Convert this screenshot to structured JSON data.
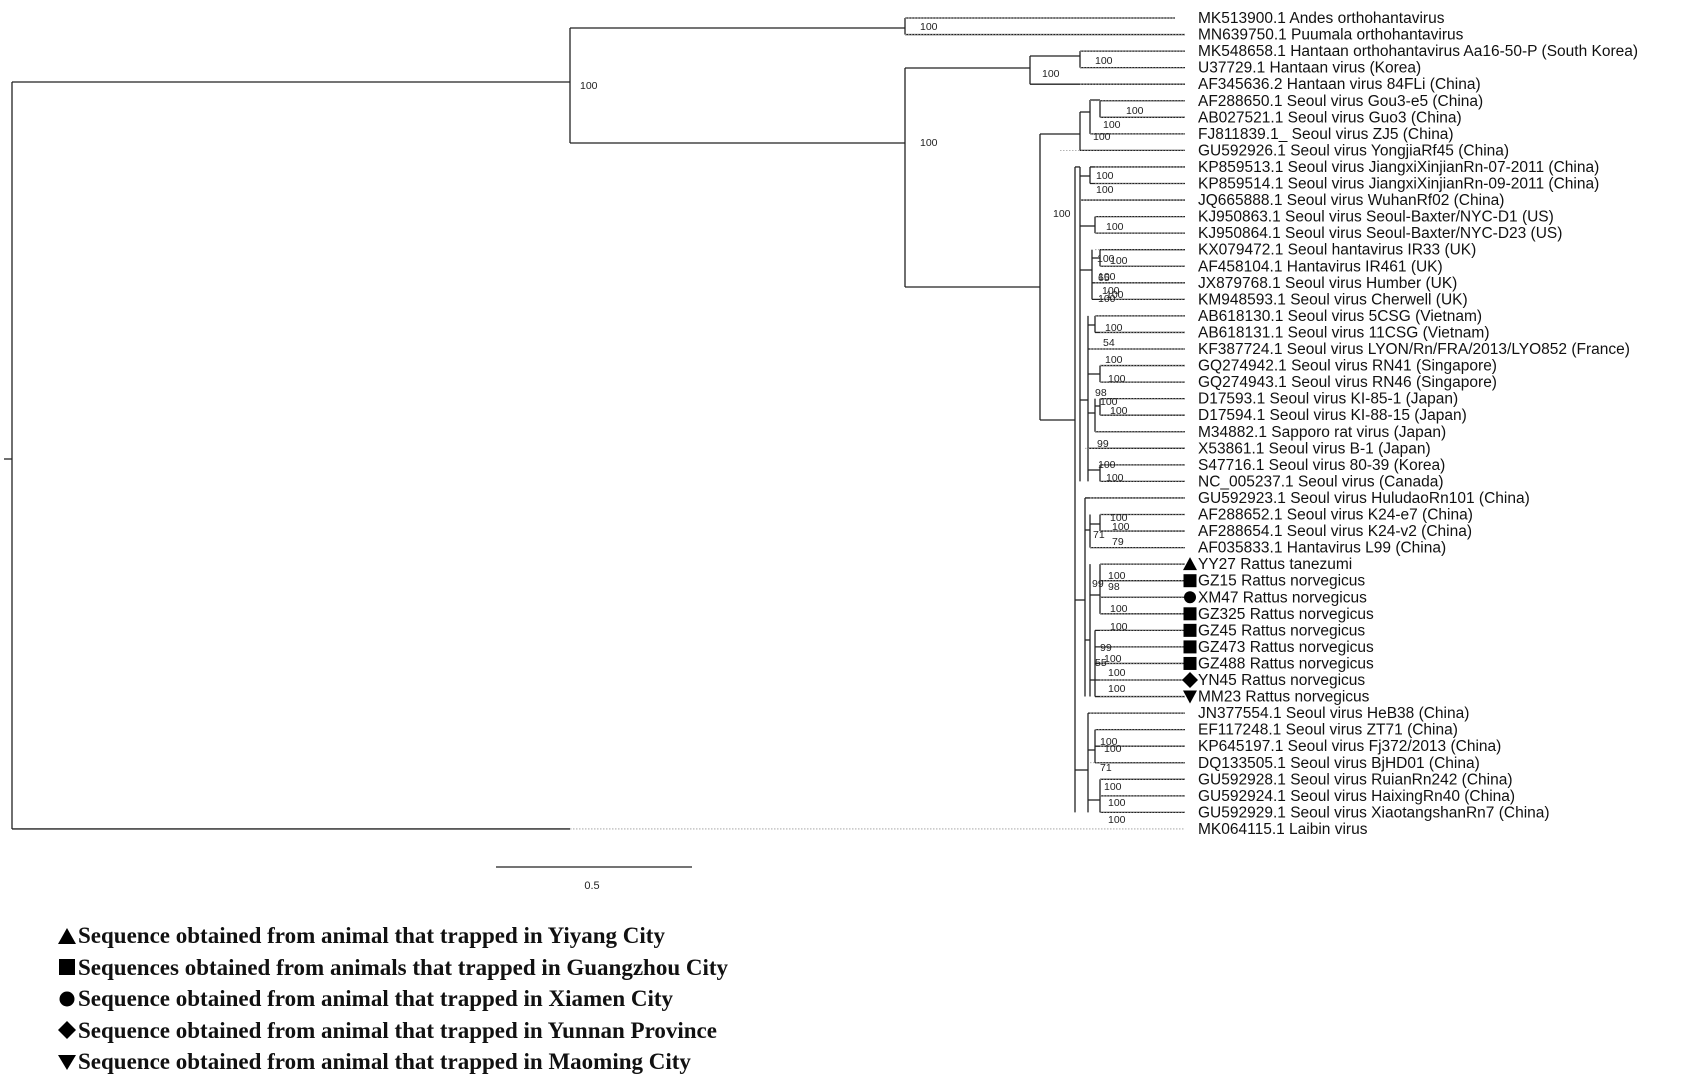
{
  "tree": {
    "leaves": [
      {
        "name": "MK513900.1 Andes orthohantavirus"
      },
      {
        "name": "MN639750.1 Puumala orthohantavirus"
      },
      {
        "name": "MK548658.1 Hantaan orthohantavirus Aa16-50-P (South Korea)"
      },
      {
        "name": "U37729.1 Hantaan virus (Korea)"
      },
      {
        "name": "AF345636.2 Hantaan virus 84FLi (China)"
      },
      {
        "name": "AF288650.1 Seoul virus Gou3-e5 (China)"
      },
      {
        "name": "AB027521.1 Seoul virus Guo3 (China)"
      },
      {
        "name": "FJ811839.1_ Seoul virus ZJ5 (China)"
      },
      {
        "name": "GU592926.1 Seoul virus YongjiaRf45 (China)"
      },
      {
        "name": "KP859513.1 Seoul virus JiangxiXinjianRn-07-2011 (China)"
      },
      {
        "name": "KP859514.1 Seoul virus JiangxiXinjianRn-09-2011 (China)"
      },
      {
        "name": "JQ665888.1 Seoul virus WuhanRf02 (China)"
      },
      {
        "name": "KJ950863.1 Seoul virus Seoul-Baxter/NYC-D1 (US)"
      },
      {
        "name": "KJ950864.1 Seoul virus Seoul-Baxter/NYC-D23 (US)"
      },
      {
        "name": "KX079472.1 Seoul hantavirus IR33 (UK)"
      },
      {
        "name": "AF458104.1 Hantavirus IR461 (UK)"
      },
      {
        "name": "JX879768.1 Seoul virus Humber (UK)"
      },
      {
        "name": "KM948593.1 Seoul virus Cherwell (UK)"
      },
      {
        "name": "AB618130.1 Seoul virus 5CSG (Vietnam)"
      },
      {
        "name": "AB618131.1 Seoul virus 11CSG (Vietnam)"
      },
      {
        "name": "KF387724.1 Seoul virus LYON/Rn/FRA/2013/LYO852 (France)"
      },
      {
        "name": "GQ274942.1 Seoul virus RN41 (Singapore)"
      },
      {
        "name": "GQ274943.1 Seoul virus RN46 (Singapore)"
      },
      {
        "name": "D17593.1 Seoul virus KI-85-1 (Japan)"
      },
      {
        "name": "D17594.1 Seoul virus KI-88-15 (Japan)"
      },
      {
        "name": "M34882.1 Sapporo rat virus (Japan)"
      },
      {
        "name": "X53861.1 Seoul virus B-1 (Japan)"
      },
      {
        "name": "S47716.1 Seoul virus 80-39 (Korea)"
      },
      {
        "name": "NC_005237.1 Seoul virus (Canada)"
      },
      {
        "name": "GU592923.1 Seoul virus HuludaoRn101 (China)"
      },
      {
        "name": "AF288652.1 Seoul virus K24-e7 (China)"
      },
      {
        "name": "AF288654.1 Seoul virus K24-v2 (China)"
      },
      {
        "name": "AF035833.1 Hantavirus L99 (China)"
      },
      {
        "name": "YY27 Rattus tanezumi",
        "marker": "triangle-up"
      },
      {
        "name": "GZ15 Rattus norvegicus",
        "marker": "square"
      },
      {
        "name": "XM47 Rattus norvegicus",
        "marker": "circle"
      },
      {
        "name": "GZ325 Rattus norvegicus",
        "marker": "square"
      },
      {
        "name": "GZ45 Rattus norvegicus",
        "marker": "square"
      },
      {
        "name": "GZ473 Rattus norvegicus",
        "marker": "square"
      },
      {
        "name": "GZ488 Rattus norvegicus",
        "marker": "square"
      },
      {
        "name": "YN45 Rattus norvegicus",
        "marker": "diamond"
      },
      {
        "name": "MM23 Rattus norvegicus",
        "marker": "triangle-down"
      },
      {
        "name": "JN377554.1 Seoul virus HeB38 (China)"
      },
      {
        "name": "EF117248.1 Seoul virus ZT71 (China)"
      },
      {
        "name": "KP645197.1 Seoul virus Fj372/2013 (China)"
      },
      {
        "name": "DQ133505.1 Seoul virus BjHD01 (China)"
      },
      {
        "name": "GU592928.1 Seoul virus RuianRn242 (China)"
      },
      {
        "name": "GU592924.1 Seoul virus HaixingRn40 (China)"
      },
      {
        "name": "GU592929.1 Seoul virus XiaotangshanRn7 (China)"
      },
      {
        "name": "MK064115.1 Laibin virus"
      }
    ],
    "support_values": [
      "100",
      "100",
      "100",
      "100",
      "100",
      "100",
      "100",
      "100",
      "100",
      "100",
      "100",
      "100",
      "100",
      "100",
      "100",
      "100",
      "65",
      "100",
      "100",
      "100",
      "54",
      "100",
      "100",
      "98",
      "100",
      "100",
      "99",
      "100",
      "100",
      "100",
      "100",
      "71",
      "79",
      "100",
      "99",
      "98",
      "100",
      "100",
      "99",
      "55",
      "100",
      "100",
      "100",
      "100",
      "100",
      "71",
      "100",
      "100",
      "100"
    ],
    "scale_bar": {
      "value": "0.5"
    }
  },
  "legend": [
    {
      "marker": "triangle-up",
      "text": "Sequence obtained from animal that trapped in Yiyang City"
    },
    {
      "marker": "square",
      "text": "Sequences obtained from animals that trapped in Guangzhou City"
    },
    {
      "marker": "circle",
      "text": "Sequence obtained from animal that trapped in Xiamen City"
    },
    {
      "marker": "diamond",
      "text": "Sequence obtained from animal that trapped in Yunnan Province"
    },
    {
      "marker": "triangle-down",
      "text": "Sequence obtained from animal that trapped in Maoming City"
    }
  ]
}
